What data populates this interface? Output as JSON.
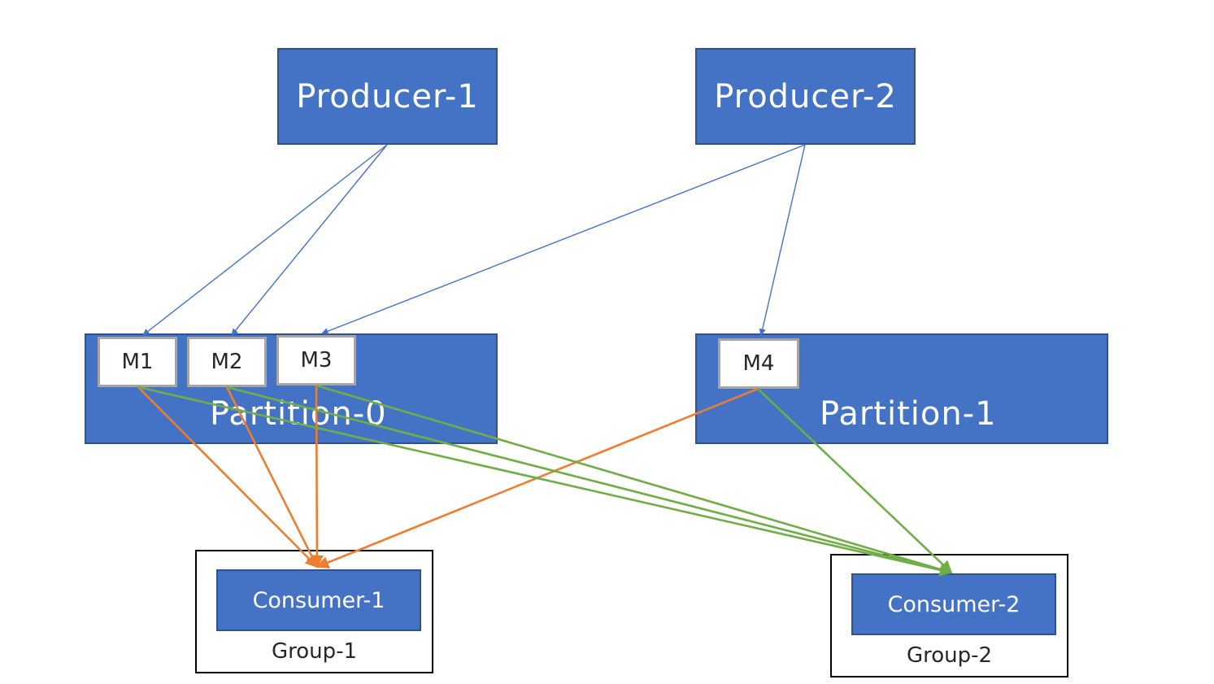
{
  "producers": [
    {
      "id": "producer-1",
      "label": "Producer-1"
    },
    {
      "id": "producer-2",
      "label": "Producer-2"
    }
  ],
  "partitions": [
    {
      "id": "partition-0",
      "label": "Partition-0",
      "messages": [
        "M1",
        "M2",
        "M3"
      ]
    },
    {
      "id": "partition-1",
      "label": "Partition-1",
      "messages": [
        "M4"
      ]
    }
  ],
  "groups": [
    {
      "id": "group-1",
      "label": "Group-1",
      "consumer": "Consumer-1"
    },
    {
      "id": "group-2",
      "label": "Group-2",
      "consumer": "Consumer-2"
    }
  ],
  "edges": [
    {
      "from": "producer-1",
      "to": "M1",
      "color": "#4472C4"
    },
    {
      "from": "producer-1",
      "to": "M2",
      "color": "#4472C4"
    },
    {
      "from": "producer-2",
      "to": "M3",
      "color": "#4472C4"
    },
    {
      "from": "producer-2",
      "to": "M4",
      "color": "#4472C4"
    },
    {
      "from": "M1",
      "to": "consumer-1",
      "color": "#ED7D31"
    },
    {
      "from": "M2",
      "to": "consumer-1",
      "color": "#ED7D31"
    },
    {
      "from": "M3",
      "to": "consumer-1",
      "color": "#ED7D31"
    },
    {
      "from": "M4",
      "to": "consumer-1",
      "color": "#ED7D31"
    },
    {
      "from": "M1",
      "to": "consumer-2",
      "color": "#70AD47"
    },
    {
      "from": "M2",
      "to": "consumer-2",
      "color": "#70AD47"
    },
    {
      "from": "M3",
      "to": "consumer-2",
      "color": "#70AD47"
    },
    {
      "from": "M4",
      "to": "consumer-2",
      "color": "#70AD47"
    }
  ],
  "colors": {
    "box_fill": "#4472C4",
    "box_border": "#2F528F",
    "produce_arrow": "#4472C4",
    "group1_arrow": "#ED7D31",
    "group2_arrow": "#70AD47"
  }
}
